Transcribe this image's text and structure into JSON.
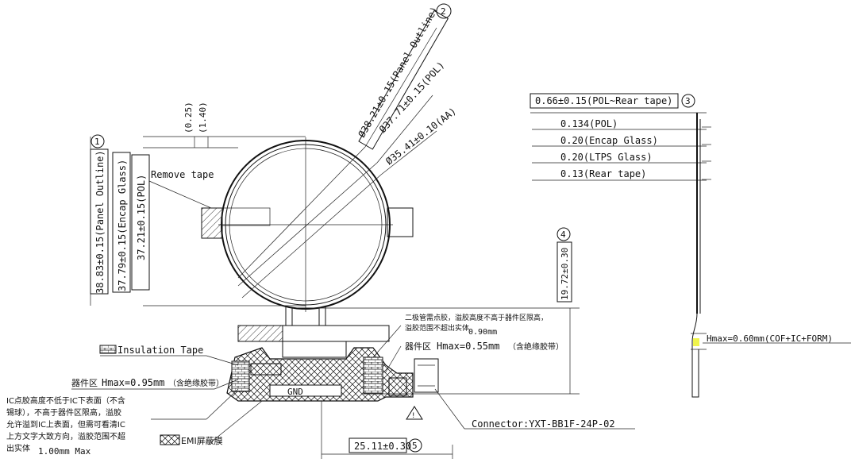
{
  "balloons": [
    "1",
    "2",
    "3",
    "4",
    "5"
  ],
  "front_view": {
    "left_dims": [
      "38.83±0.15(Panel Outline)",
      "37.79±0.15(Encap Glass)",
      "37.21±0.15(POL)"
    ],
    "top_dims": [
      "(0.25)",
      "(1.40)"
    ],
    "diameters": [
      "Ø38.21±0.15(Panel Outline)",
      "Ø37.71±0.15(POL)",
      "Ø35.41±0.10(AA)"
    ],
    "remove_tape": "Remove tape",
    "right_dim": "19.72±0.30",
    "bottom_dim": "25.11±0.30",
    "gnd": "GND",
    "warning_symbol": "!"
  },
  "legend": {
    "insulation_tape": "Insulation Tape",
    "emi": "EMI屏蔽膜"
  },
  "notes": {
    "right_note_lines": [
      "二极管需点胶，溢胶高度不高于器件区限高，",
      "溢胶范围不超出实体"
    ],
    "right_note_value": "0.90mm",
    "right_device_label": "器件区",
    "right_device_hmax": "Hmax=0.55mm",
    "right_device_suffix": "（含绝缘胶带）",
    "left_device_label": "器件区",
    "left_device_hmax": "Hmax=0.95mm",
    "left_device_suffix": "（含绝缘胶带）",
    "ic_note_lines": [
      "IC点胶高度不低于IC下表面（不含",
      "锡球），不高于器件区限高，溢胶",
      "允许溢到IC上表面，但需可看清IC",
      "上方文字大致方向，溢胶范围不超",
      "出实体"
    ],
    "ic_note_value": "1.00mm  Max"
  },
  "connector_label": "Connector:YXT-BB1F-24P-02",
  "side_view": {
    "total": "0.66±0.15(POL~Rear tape)",
    "layers": [
      "0.134(POL)",
      "0.20(Encap Glass)",
      "0.20(LTPS Glass)",
      "0.13(Rear tape)"
    ],
    "hmax": "Hmax=0.60mm(COF+IC+FORM)"
  },
  "colors": {
    "ink": "#111111",
    "background": "#ffffff",
    "highlight": "#e8f000"
  }
}
